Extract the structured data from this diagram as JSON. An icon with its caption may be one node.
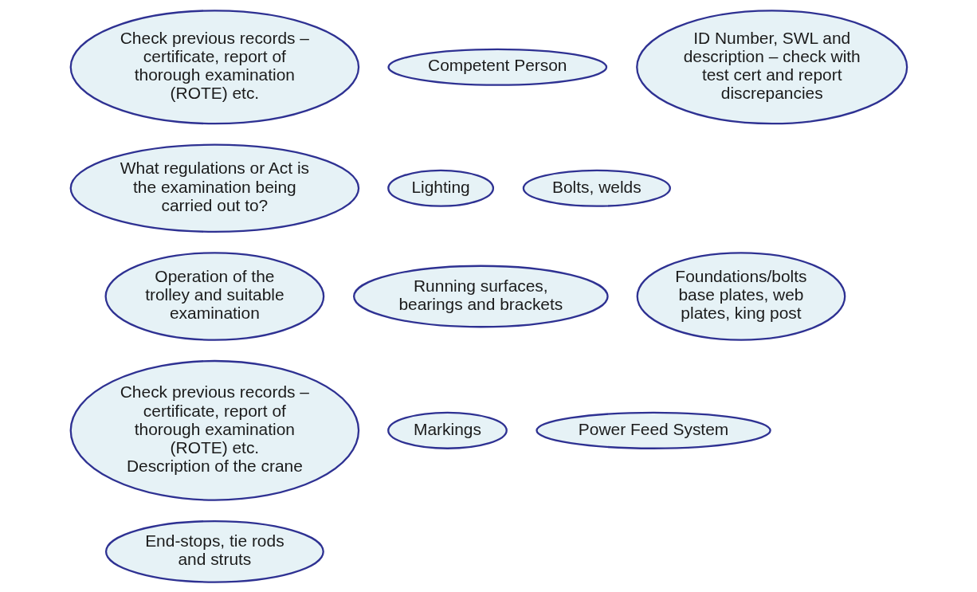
{
  "diagram": {
    "nodes": [
      {
        "text": [
          "Check previous records – certificate, report of thorough examination (ROTE) etc."
        ]
      },
      {
        "text": [
          "ID Number, SWL and description – check with test cert and report discrepancies"
        ]
      },
      {
        "text": [
          "Competent Person"
        ]
      },
      {
        "text": [
          "What regulations or Act is the examination being carried out to?"
        ]
      },
      {
        "text": [
          "Bolts, welds"
        ]
      },
      {
        "text": [
          "Lighting"
        ]
      },
      {
        "text": [
          "Operation of the trolley and suitable examination"
        ]
      },
      {
        "text": [
          "Foundations/bolts base plates, web plates, king post"
        ]
      },
      {
        "text": [
          "Running surfaces, bearings and brackets"
        ]
      },
      {
        "text": [
          "Markings"
        ]
      },
      {
        "text": [
          "Power Feed System"
        ]
      },
      {
        "text": [
          "Check previous records – certificate, report of thorough examination (ROTE) etc.",
          "Description of the crane"
        ]
      },
      {
        "text": [
          "End-stops, tie rods and struts"
        ]
      }
    ],
    "edges": []
  }
}
